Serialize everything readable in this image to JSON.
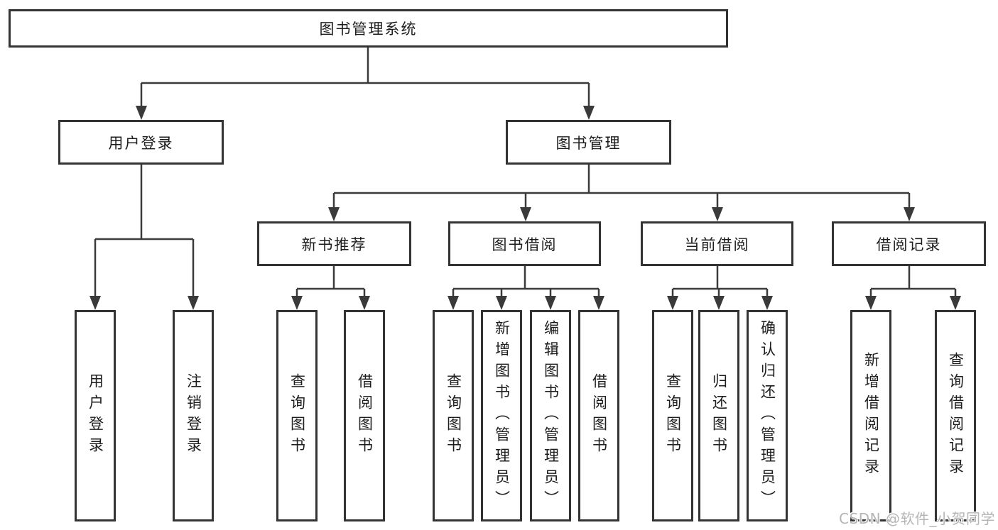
{
  "colors": {
    "background": "#ffffff",
    "line": "#3a3a3a",
    "box_border": "#333333",
    "text": "#1d1d1d",
    "watermark_text": "#b5b5b5"
  },
  "watermark": {
    "text": "CSDN @软件_小贺同学"
  },
  "tree": {
    "label": "图书管理系统",
    "children": [
      {
        "label": "用户登录",
        "children": [
          {
            "label": "用户登录"
          },
          {
            "label": "注销登录"
          }
        ]
      },
      {
        "label": "图书管理",
        "children": [
          {
            "label": "新书推荐",
            "children": [
              {
                "label": "查询图书"
              },
              {
                "label": "借阅图书"
              }
            ]
          },
          {
            "label": "图书借阅",
            "children": [
              {
                "label": "查询图书"
              },
              {
                "label": "新增图书（管理员）"
              },
              {
                "label": "编辑图书（管理员）"
              },
              {
                "label": "借阅图书"
              }
            ]
          },
          {
            "label": "当前借阅",
            "children": [
              {
                "label": "查询图书"
              },
              {
                "label": "归还图书"
              },
              {
                "label": "确认归还（管理员）"
              }
            ]
          },
          {
            "label": "借阅记录",
            "children": [
              {
                "label": "新增借阅记录"
              },
              {
                "label": "查询借阅记录"
              }
            ]
          }
        ]
      }
    ]
  }
}
